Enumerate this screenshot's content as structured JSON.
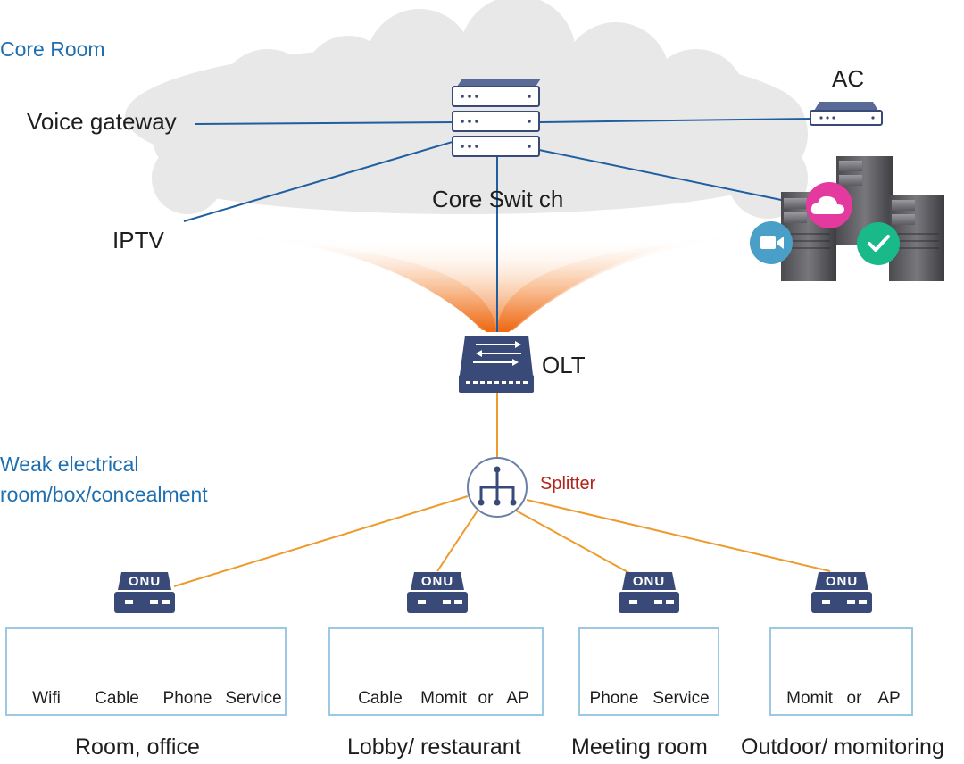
{
  "zones": {
    "core_room": "Core Room",
    "weak_room_line1": "Weak electrical",
    "weak_room_line2": "room/box/concealment"
  },
  "core": {
    "voice_gateway": "Voice gateway",
    "iptv": "IPTV",
    "core_switch": "Core Swit ch",
    "ac": "AC",
    "olt": "OLT",
    "splitter": "Splitter"
  },
  "onu_label": "ONU",
  "groups": [
    {
      "caption": "Room,   office",
      "devices": [
        {
          "icon": "laptop-wifi-icon",
          "label": "Wifi"
        },
        {
          "icon": "tv-icon",
          "label": "Cable"
        },
        {
          "icon": "phone-icon",
          "label": "Phone"
        },
        {
          "icon": "signal-icon",
          "label": "Service"
        }
      ]
    },
    {
      "caption": "Lobby/ restaurant",
      "devices": [
        {
          "icon": "tv-icon",
          "label": "Cable"
        },
        {
          "icon": "dome-camera-icon",
          "label": "Momit"
        },
        {
          "icon": "none",
          "label": "or"
        },
        {
          "icon": "signal-icon",
          "label": "AP"
        }
      ]
    },
    {
      "caption": "Meeting room",
      "devices": [
        {
          "icon": "phone-icon",
          "label": "Phone"
        },
        {
          "icon": "signal-icon",
          "label": "Service"
        }
      ]
    },
    {
      "caption": "Outdoor/ momitoring",
      "devices": [
        {
          "icon": "cctv-camera-icon",
          "label": "Momit"
        },
        {
          "icon": "none",
          "label": "or"
        },
        {
          "icon": "signal-icon",
          "label": "AP"
        }
      ]
    }
  ],
  "colors": {
    "cloud": "#e6e6e7",
    "blue_link": "#1f5fa0",
    "orange_link": "#ef9a2c",
    "device_navy": "#3a4a78",
    "zone_text": "#1f6fb0",
    "splitter_text": "#b1241b",
    "onu_box_border": "#9cc8e3",
    "cloud_badge": "#e4399e",
    "video_badge": "#4a9fc9",
    "check_badge": "#19b98a"
  }
}
